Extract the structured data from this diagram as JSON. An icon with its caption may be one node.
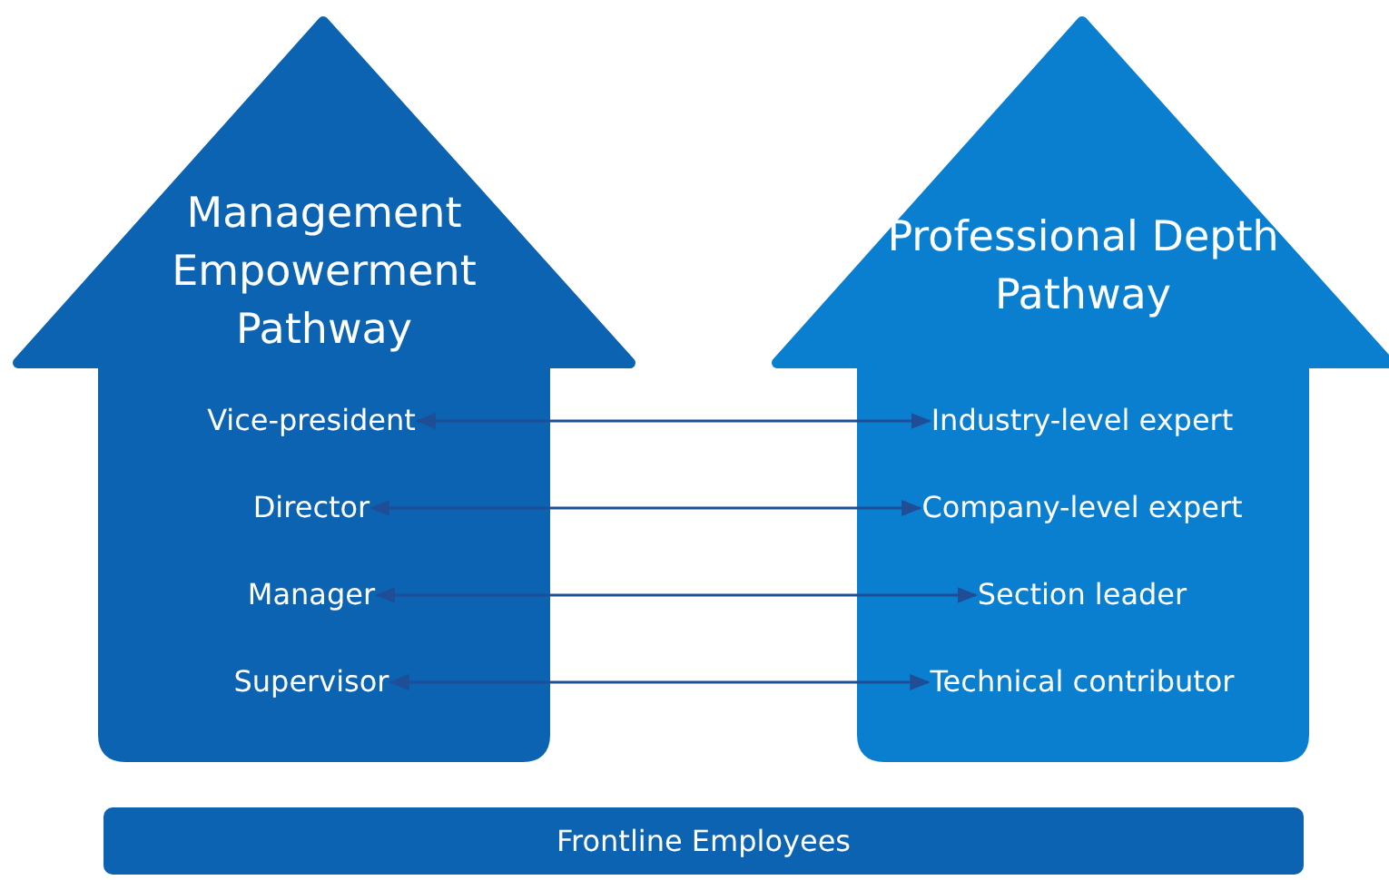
{
  "diagram": {
    "nodes": [
      {
        "text": [
          "Management Empowerment Pathway"
        ]
      },
      {
        "text": [
          "Vice-president"
        ],
        "in": 0
      },
      {
        "text": [
          "Director"
        ],
        "in": 0
      },
      {
        "text": [
          "Manager"
        ],
        "in": 0
      },
      {
        "text": [
          "Supervisor"
        ],
        "in": 0
      },
      {
        "text": [
          "Professional Depth Pathway"
        ]
      },
      {
        "text": [
          "Industry-level expert"
        ],
        "in": 5
      },
      {
        "text": [
          "Company-level expert"
        ],
        "in": 5
      },
      {
        "text": [
          "Section leader"
        ],
        "in": 5
      },
      {
        "text": [
          "Technical contributor"
        ],
        "in": 5
      },
      {
        "text": [
          "Frontline Employees"
        ]
      }
    ],
    "edges": [
      {
        "from": 1,
        "to": 6,
        "arrow": "both"
      },
      {
        "from": 2,
        "to": 7,
        "arrow": "both"
      },
      {
        "from": 3,
        "to": 8,
        "arrow": "both"
      },
      {
        "from": 4,
        "to": 9,
        "arrow": "both"
      }
    ]
  }
}
